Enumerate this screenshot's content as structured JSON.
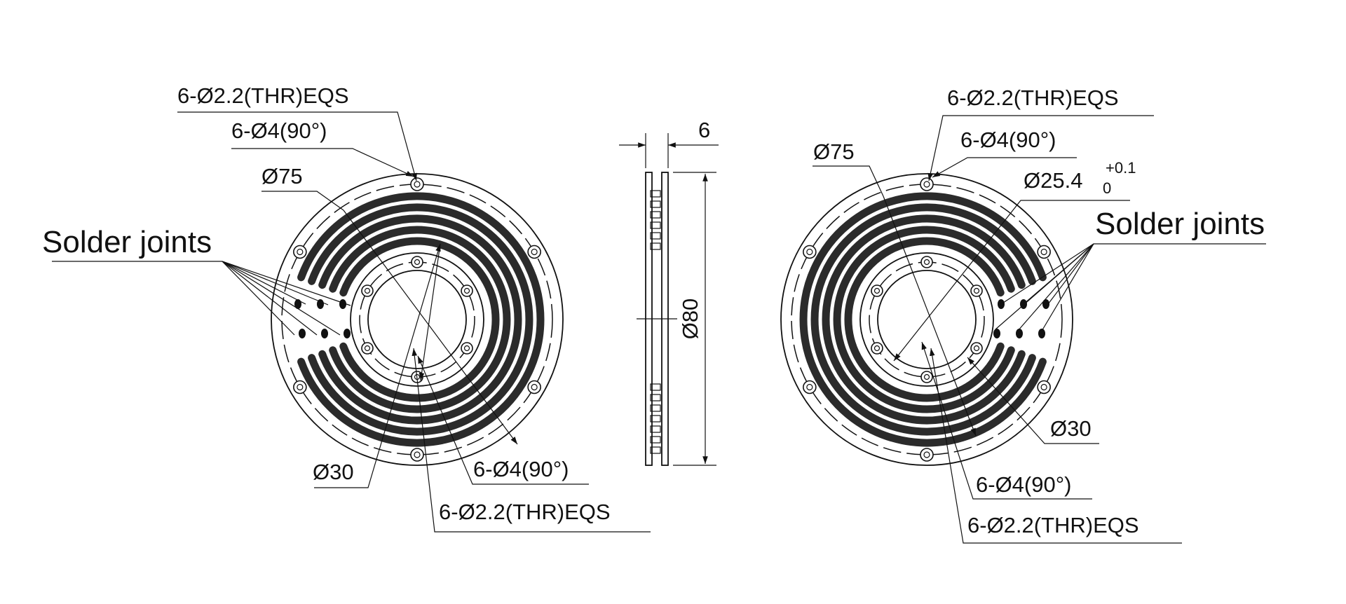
{
  "colors": {
    "line": "#111111",
    "track": "#2b2b2b",
    "background": "#ffffff"
  },
  "left_view": {
    "thr_top": "6-Ø2.2(THR)EQS",
    "csk_top": "6-Ø4(90°)",
    "dia_75": "Ø75",
    "solder": "Solder joints",
    "dia_30": "Ø30",
    "csk_bottom": "6-Ø4(90°)",
    "thr_bottom": "6-Ø2.2(THR)EQS"
  },
  "side_view": {
    "thickness": "6",
    "dia_80": "Ø80"
  },
  "right_view": {
    "thr_top": "6-Ø2.2(THR)EQS",
    "csk_top": "6-Ø4(90°)",
    "dia_75": "Ø75",
    "bore": "Ø25.4",
    "tol_upper": "+0.1",
    "tol_lower": "0",
    "solder": "Solder joints",
    "dia_30": "Ø30",
    "csk_bottom": "6-Ø4(90°)",
    "thr_bottom": "6-Ø2.2(THR)EQS"
  }
}
